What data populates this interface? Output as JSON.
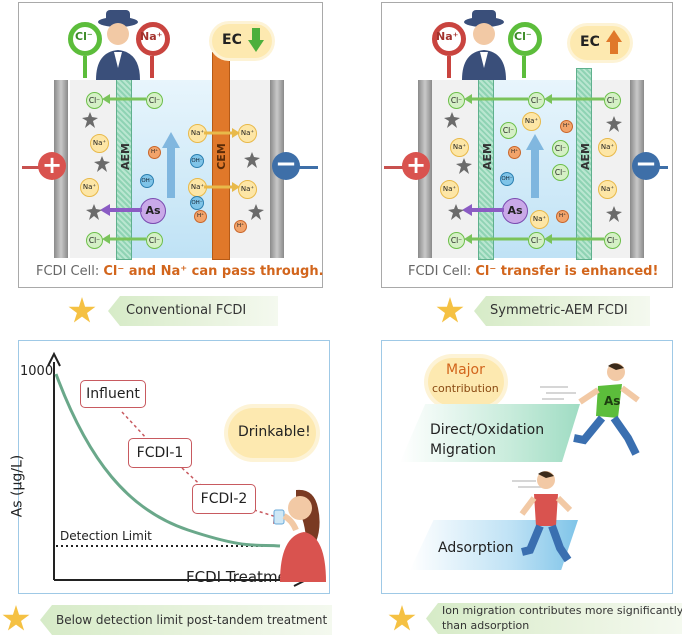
{
  "top_left": {
    "sensor_cl": "Cl⁻",
    "sensor_na": "Na⁺",
    "ec_label": "EC",
    "aem_label": "AEM",
    "cem_label": "CEM",
    "as_label": "As",
    "cl": "Cl⁻",
    "na": "Na⁺",
    "oh": "OH⁻",
    "h": "H⁺",
    "caption_prefix": "FCDI Cell:",
    "caption_text": "Cl⁻ and Na⁺ can pass through.",
    "banner": "Conventional FCDI"
  },
  "top_right": {
    "sensor_na": "Na⁺",
    "sensor_cl": "Cl⁻",
    "ec_label": "EC",
    "aem_label": "AEM",
    "as_label": "As",
    "cl": "Cl⁻",
    "na": "Na⁺",
    "oh": "OH⁻",
    "h": "H⁺",
    "caption_prefix": "FCDI Cell:",
    "caption_text": "Cl⁻ transfer is enhanced!",
    "banner": "Symmetric-AEM FCDI"
  },
  "bottom_left": {
    "y_axis_label": "As (μg/L)",
    "y_tick": "1000",
    "x_axis_label": "FCDI Treatment",
    "detection_limit": "Detection Limit",
    "stage1": "Influent",
    "stage2": "FCDI-1",
    "stage3": "FCDI-2",
    "cloud": "Drinkable!",
    "banner": "Below detection limit post-tandem treatment"
  },
  "bottom_right": {
    "major_line1": "Major",
    "major_line2": "contribution",
    "runner1_label": "As",
    "migration_line1": "Direct/Oxidation",
    "migration_line2": "Migration",
    "adsorption": "Adsorption",
    "banner_line1": "Ion migration contributes more significantly",
    "banner_line2": "than adsorption"
  },
  "colors": {
    "accent_orange": "#d2651c",
    "membrane_green": "#8fd3b4",
    "cem_orange": "#e0782a",
    "electrolyte_blue": "#cfe8f6",
    "border_red": "#c85a60"
  }
}
